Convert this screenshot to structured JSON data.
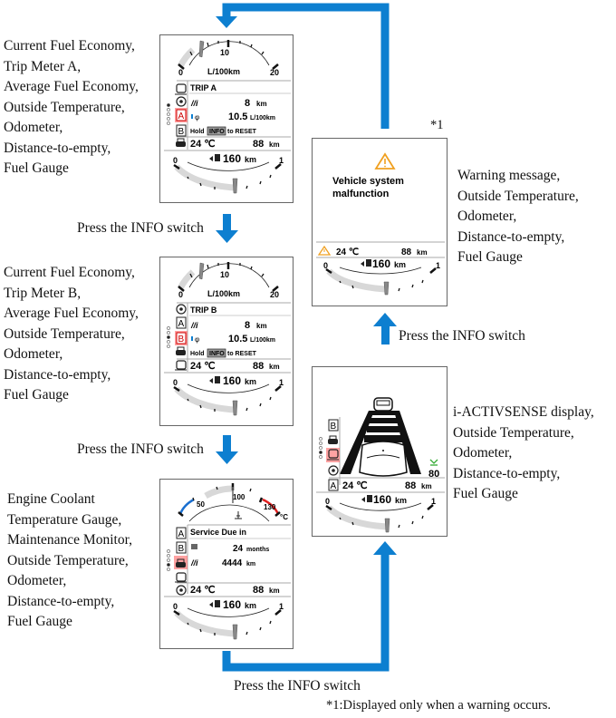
{
  "accent_color": "#0d7fd0",
  "warning_color": "#f0a020",
  "highlight_color": "#e02020",
  "descriptions": {
    "trip_a": [
      "Current Fuel Economy,",
      "Trip Meter A,",
      "Average Fuel Economy,",
      "Outside Temperature,",
      "Odometer,",
      "Distance-to-empty,",
      "Fuel Gauge"
    ],
    "trip_b": [
      "Current Fuel Economy,",
      "Trip Meter B,",
      "Average Fuel Economy,",
      "Outside Temperature,",
      "Odometer,",
      "Distance-to-empty,",
      "Fuel Gauge"
    ],
    "maintenance": [
      "Engine Coolant",
      "Temperature Gauge,",
      "Maintenance Monitor,",
      "Outside Temperature,",
      "Odometer,",
      "Distance-to-empty,",
      "Fuel Gauge"
    ],
    "activsense": [
      "i-ACTIVSENSE display,",
      "Outside Temperature,",
      "Odometer,",
      "Distance-to-empty,",
      "Fuel Gauge"
    ],
    "warning": [
      "Warning message,",
      "Outside Temperature,",
      "Odometer,",
      "Distance-to-empty,",
      "Fuel Gauge"
    ]
  },
  "press_label": "Press the INFO switch",
  "footnote_marker": "*1",
  "footnote": "*1:Displayed only when a warning occurs.",
  "screens": {
    "trip_a": {
      "gauge_min": "0",
      "gauge_mid": "10",
      "gauge_max": "20",
      "gauge_unit": "L/100km",
      "title": "TRIP A",
      "trip_value": "8",
      "trip_unit": "km",
      "avg_value": "10.5",
      "avg_unit": "L/100km",
      "reset_pre": "Hold",
      "reset_key": "INFO",
      "reset_post": "to RESET",
      "temp": "24 ℃",
      "odo": "88",
      "odo_unit": "km",
      "fuel_min": "0",
      "fuel_max": "1",
      "range": "160",
      "range_unit": "km",
      "side_icons": [
        "lane-car-icon",
        "steering-icon",
        "trip-a-icon",
        "trip-b-icon",
        "car-icon"
      ],
      "selected_page": 2
    },
    "trip_b": {
      "gauge_min": "0",
      "gauge_mid": "10",
      "gauge_max": "20",
      "gauge_unit": "L/100km",
      "title": "TRIP B",
      "trip_value": "8",
      "trip_unit": "km",
      "avg_value": "10.5",
      "avg_unit": "L/100km",
      "reset_pre": "Hold",
      "reset_key": "INFO",
      "reset_post": "to RESET",
      "temp": "24 ℃",
      "odo": "88",
      "odo_unit": "km",
      "fuel_min": "0",
      "fuel_max": "1",
      "range": "160",
      "range_unit": "km",
      "selected_page": 3
    },
    "maintenance": {
      "gauge_min": "50",
      "gauge_mid": "100",
      "gauge_max": "130",
      "gauge_unit": "°C",
      "title": "Service Due in",
      "months_value": "24",
      "months_unit": "months",
      "km_value": "4444",
      "km_unit": "km",
      "temp": "24 ℃",
      "odo": "88",
      "odo_unit": "km",
      "fuel_min": "0",
      "fuel_max": "1",
      "range": "160",
      "range_unit": "km",
      "selected_page": 4
    },
    "activsense": {
      "speed": "80",
      "temp": "24 ℃",
      "odo": "88",
      "odo_unit": "km",
      "fuel_min": "0",
      "fuel_max": "1",
      "range": "160",
      "range_unit": "km",
      "selected_page": 4
    },
    "warning": {
      "message_line1": "Vehicle system",
      "message_line2": "malfunction",
      "temp": "24 ℃",
      "odo": "88",
      "odo_unit": "km",
      "fuel_min": "0",
      "fuel_max": "1",
      "range": "160",
      "range_unit": "km"
    }
  }
}
